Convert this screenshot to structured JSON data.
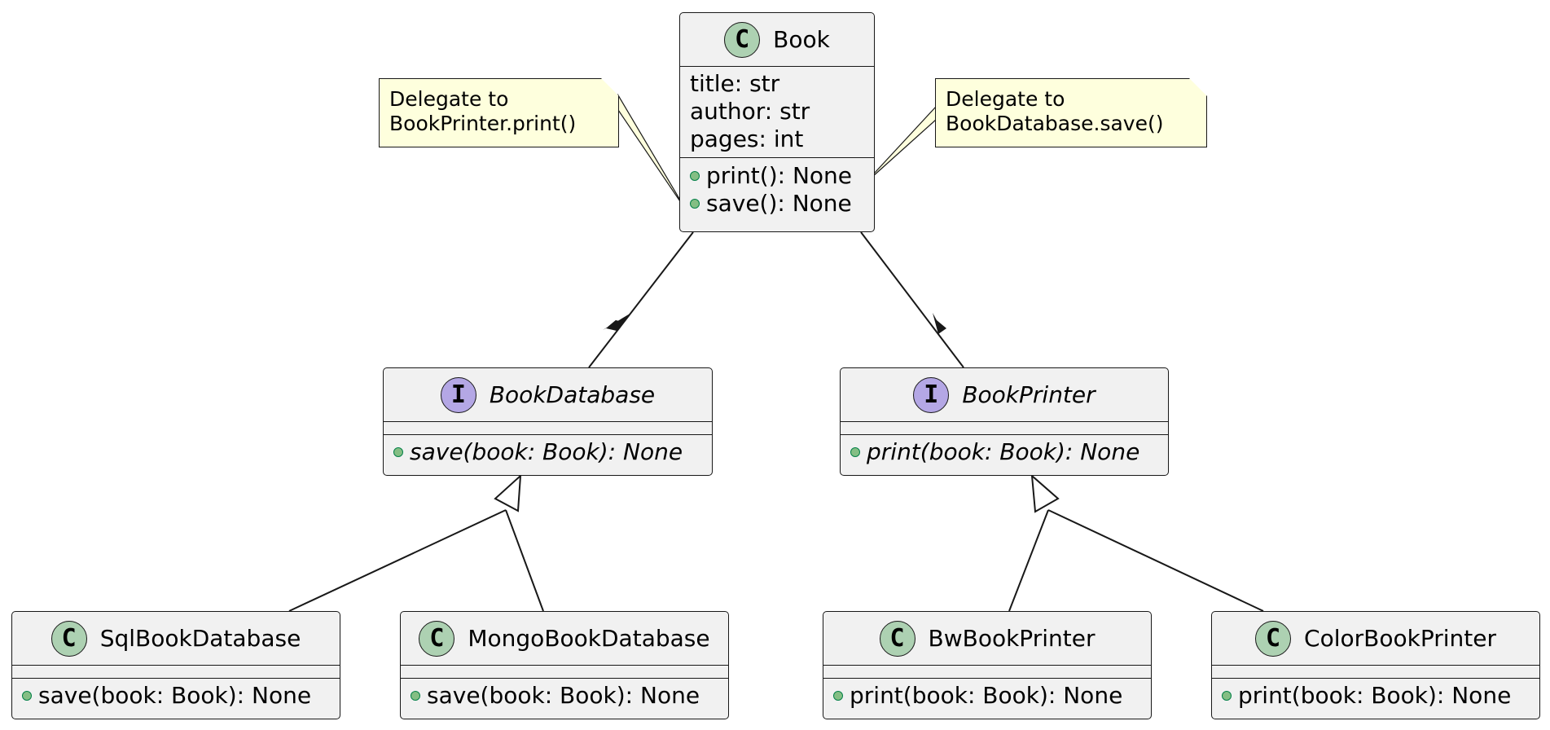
{
  "classes": {
    "book": {
      "stereotype": "C",
      "name": "Book",
      "attributes": [
        "title: str",
        "author: str",
        "pages: int"
      ],
      "methods": [
        "print(): None",
        "save(): None"
      ]
    },
    "book_database": {
      "stereotype": "I",
      "name": "BookDatabase",
      "methods": [
        "save(book: Book): None"
      ]
    },
    "book_printer": {
      "stereotype": "I",
      "name": "BookPrinter",
      "methods": [
        "print(book: Book): None"
      ]
    },
    "sql_book_database": {
      "stereotype": "C",
      "name": "SqlBookDatabase",
      "methods": [
        "save(book: Book): None"
      ]
    },
    "mongo_book_database": {
      "stereotype": "C",
      "name": "MongoBookDatabase",
      "methods": [
        "save(book: Book): None"
      ]
    },
    "bw_book_printer": {
      "stereotype": "C",
      "name": "BwBookPrinter",
      "methods": [
        "print(book: Book): None"
      ]
    },
    "color_book_printer": {
      "stereotype": "C",
      "name": "ColorBookPrinter",
      "methods": [
        "print(book: Book): None"
      ]
    }
  },
  "notes": {
    "print_note": [
      "Delegate to",
      "BookPrinter.print()"
    ],
    "save_note": [
      "Delegate to",
      "BookDatabase.save()"
    ]
  },
  "colors": {
    "class_fill": "#F1F1F1",
    "class_icon": "#ADD1B2",
    "interface_icon": "#B4A7E5",
    "note_fill": "#FEFFDD",
    "line": "#181818",
    "public_marker": "#84BE84"
  }
}
